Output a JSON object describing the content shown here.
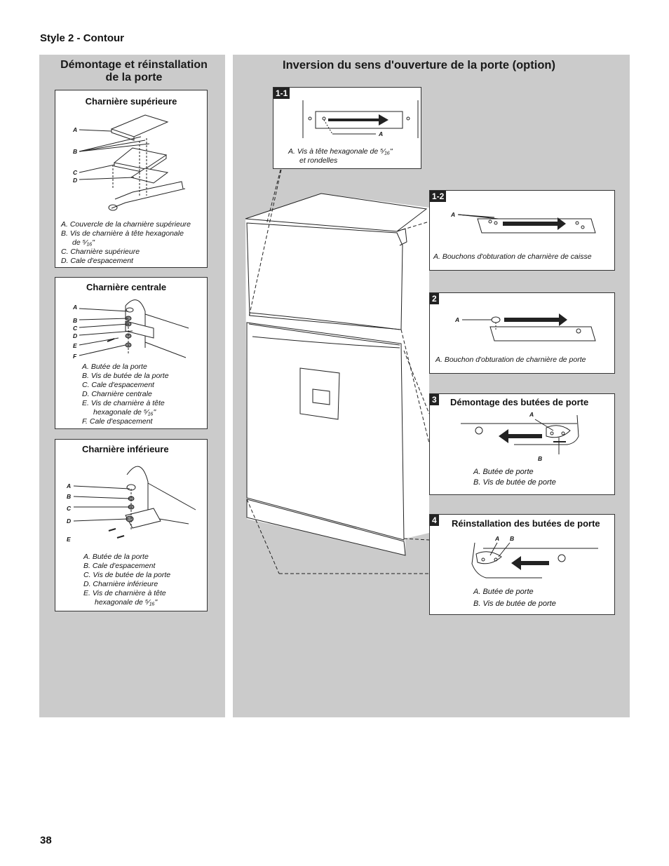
{
  "header": {
    "style_label": "Style 2 - Contour"
  },
  "page_number": "38",
  "left_panel": {
    "title_line1": "Démontage et réinstallation",
    "title_line2": "de la porte",
    "upper_hinge": {
      "title": "Charnière supérieure",
      "labels": [
        "A",
        "B",
        "C",
        "D"
      ],
      "legend": [
        "A. Couvercle de la charnière supérieure",
        "B. Vis de charnière à tête hexagonale",
        "de ⁵⁄₁₆\"",
        "C. Charnière supérieure",
        "D. Cale d'espacement"
      ]
    },
    "center_hinge": {
      "title": "Charnière centrale",
      "labels": [
        "A",
        "B",
        "C",
        "D",
        "E",
        "F"
      ],
      "legend": [
        "A. Butée de la porte",
        "B. Vis de butée de la porte",
        "C. Cale d'espacement",
        "D. Charnière centrale",
        "E. Vis de charnière à tête",
        "hexagonale de ⁵⁄₁₆\"",
        "F. Cale d'espacement"
      ]
    },
    "lower_hinge": {
      "title": "Charnière inférieure",
      "labels": [
        "A",
        "B",
        "C",
        "D",
        "E"
      ],
      "legend": [
        "A. Butée de la porte",
        "B. Cale d'espacement",
        "C. Vis de butée de la porte",
        "D. Charnière inférieure",
        "E. Vis de charnière à tête",
        "hexagonale de ⁵⁄₁₆\""
      ]
    }
  },
  "right_panel": {
    "title": "Inversion du sens d'ouverture de la porte (option)",
    "step_1_1": {
      "badge": "1-1",
      "label": "A",
      "legend_line1": "A. Vis à tête hexagonale de ⁵⁄₁₆\"",
      "legend_line2": "et rondelles"
    },
    "step_1_2": {
      "badge": "1-2",
      "label": "A",
      "legend": "A. Bouchons d'obturation de charnière de caisse"
    },
    "step_2": {
      "badge": "2",
      "label": "A",
      "legend": "A. Bouchon d'obturation de charnière de porte"
    },
    "step_3": {
      "badge": "3",
      "title": "Démontage des butées de porte",
      "label_a": "A",
      "label_b": "B",
      "legend": [
        "A. Butée de porte",
        "B. Vis de butée de porte"
      ]
    },
    "step_4": {
      "badge": "4",
      "title": "Réinstallation des butées de porte",
      "label_a": "A",
      "label_b": "B",
      "legend": [
        "A. Butée de porte",
        "B. Vis de butée de porte"
      ]
    }
  }
}
